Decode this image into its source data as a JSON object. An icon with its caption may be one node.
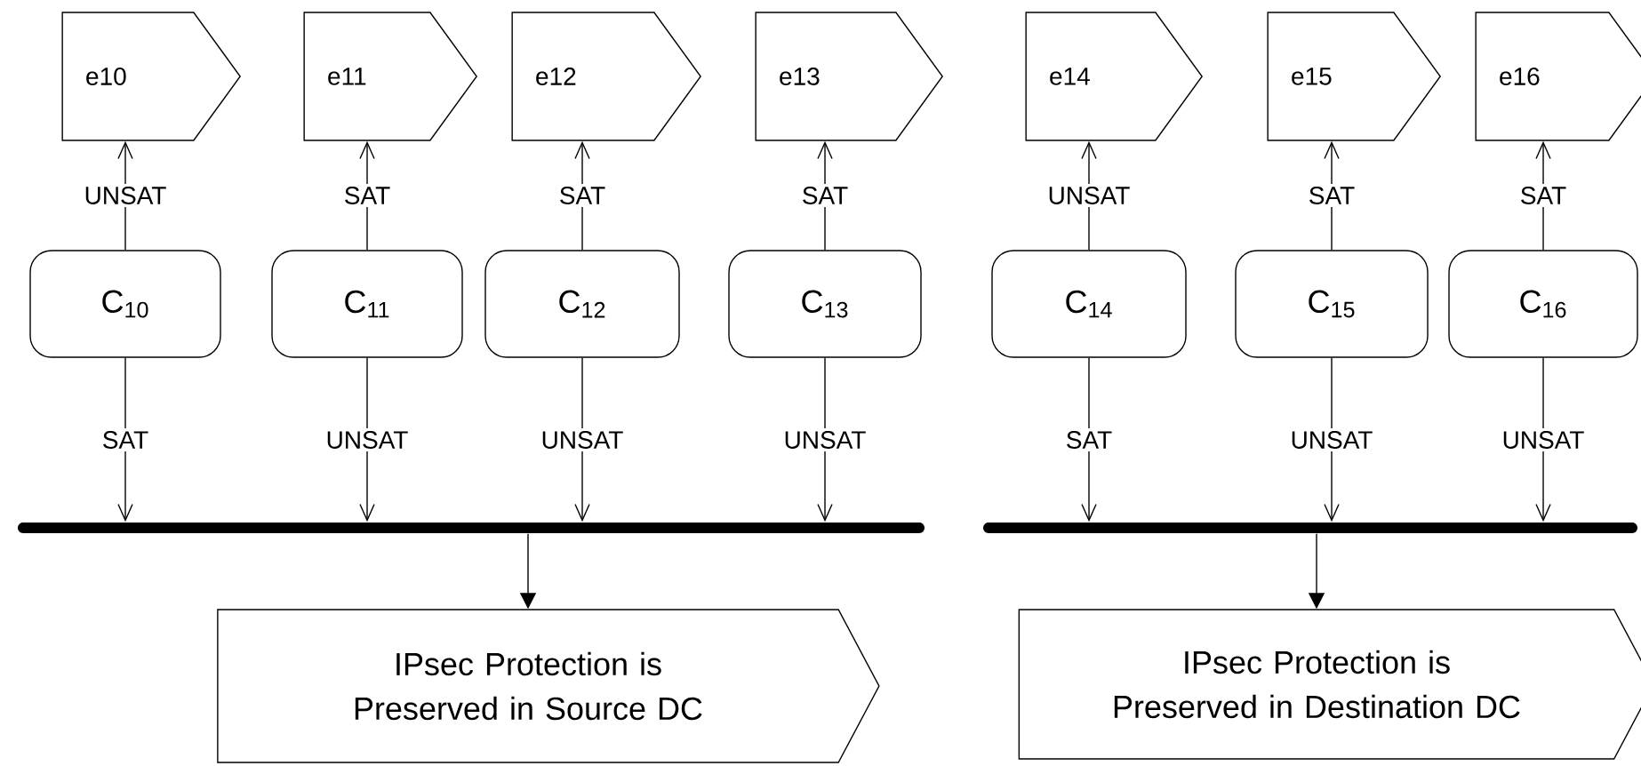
{
  "diagram": {
    "nodes": [
      {
        "text": [
          "e10"
        ]
      },
      {
        "text": [
          "e11"
        ]
      },
      {
        "text": [
          "e12"
        ]
      },
      {
        "text": [
          "e13"
        ]
      },
      {
        "text": [
          "e14"
        ]
      },
      {
        "text": [
          "e15"
        ]
      },
      {
        "text": [
          "e16"
        ]
      },
      {
        "text": [
          "C$_{10}$"
        ]
      },
      {
        "text": [
          "C$_{11}$"
        ]
      },
      {
        "text": [
          "C$_{12}$"
        ]
      },
      {
        "text": [
          "C$_{13}$"
        ]
      },
      {
        "text": [
          "C$_{14}$"
        ]
      },
      {
        "text": [
          "C$_{15}$"
        ]
      },
      {
        "text": [
          "C$_{16}$"
        ]
      },
      {
        "text": [],
        "shape": "bar"
      },
      {
        "text": [],
        "shape": "bar"
      },
      {
        "text": [
          "IPsec Protection is Preserved in Source DC"
        ]
      },
      {
        "text": [
          "IPsec Protection is Preserved in Destination DC"
        ]
      }
    ],
    "edges": [
      {
        "from": 7,
        "to": 0,
        "arrow": "to",
        "label": "UNSAT"
      },
      {
        "from": 8,
        "to": 1,
        "arrow": "to",
        "label": "SAT"
      },
      {
        "from": 9,
        "to": 2,
        "arrow": "to",
        "label": "SAT"
      },
      {
        "from": 10,
        "to": 3,
        "arrow": "to",
        "label": "SAT"
      },
      {
        "from": 11,
        "to": 4,
        "arrow": "to",
        "label": "UNSAT"
      },
      {
        "from": 12,
        "to": 5,
        "arrow": "to",
        "label": "SAT"
      },
      {
        "from": 13,
        "to": 6,
        "arrow": "to",
        "label": "SAT"
      },
      {
        "from": 7,
        "to": 14,
        "arrow": "to",
        "label": "SAT"
      },
      {
        "from": 8,
        "to": 14,
        "arrow": "to",
        "label": "UNSAT"
      },
      {
        "from": 9,
        "to": 14,
        "arrow": "to",
        "label": "UNSAT"
      },
      {
        "from": 10,
        "to": 14,
        "arrow": "to",
        "label": "UNSAT"
      },
      {
        "from": 11,
        "to": 15,
        "arrow": "to",
        "label": "SAT"
      },
      {
        "from": 12,
        "to": 15,
        "arrow": "to",
        "label": "UNSAT"
      },
      {
        "from": 13,
        "to": 15,
        "arrow": "to",
        "label": "UNSAT"
      },
      {
        "from": 14,
        "to": 16,
        "arrow": "to"
      },
      {
        "from": 15,
        "to": 17,
        "arrow": "to"
      }
    ]
  }
}
